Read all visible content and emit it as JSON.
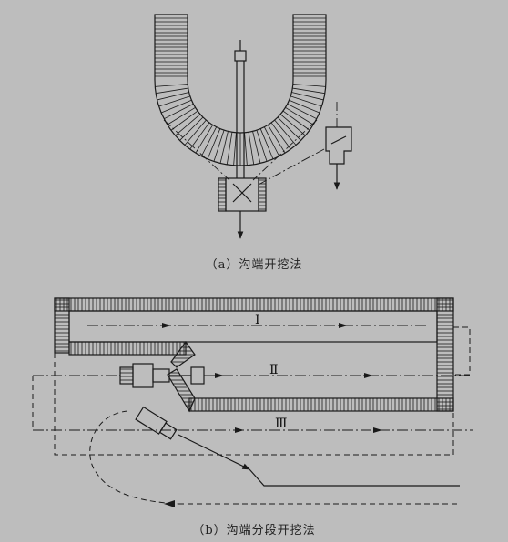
{
  "diagram": {
    "colors": {
      "background": "#bdbdbd",
      "line": "#1a1a1a"
    },
    "part_a": {
      "caption": "（a）沟端开挖法"
    },
    "part_b": {
      "caption": "（b）沟端分段开挖法",
      "lanes": [
        {
          "label": "Ⅰ"
        },
        {
          "label": "Ⅱ"
        },
        {
          "label": "Ⅲ"
        }
      ]
    }
  }
}
